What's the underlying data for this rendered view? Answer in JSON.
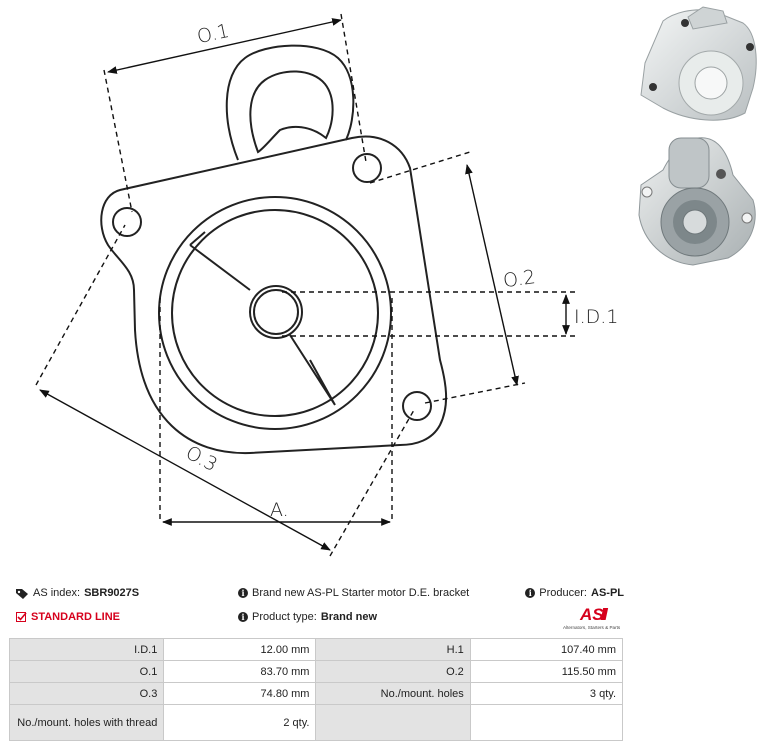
{
  "diagram": {
    "labels": {
      "o1": "O.1",
      "o2": "O.2",
      "o3": "O.3",
      "id1": "I.D.1",
      "a": "A."
    }
  },
  "photos": {
    "top": {
      "name": "bracket-photo-front"
    },
    "bottom": {
      "name": "bracket-photo-back"
    }
  },
  "info": {
    "as_index_label": "AS index:",
    "as_index_value": "SBR9027S",
    "description": "Brand new AS-PL Starter motor D.E. bracket",
    "producer_label": "Producer:",
    "producer_value": "AS-PL",
    "line": "STANDARD LINE",
    "product_type_label": "Product type:",
    "product_type_value": "Brand new",
    "logo_text": "AS",
    "logo_tagline": "Alternators, Starters & Parts",
    "colors": {
      "accent": "#d6001c",
      "header_bg": "#e3e3e3",
      "border": "#c9c9c9"
    }
  },
  "specs": {
    "rows": [
      {
        "l1": "I.D.1",
        "v1": "12.00 mm",
        "l2": "H.1",
        "v2": "107.40 mm"
      },
      {
        "l1": "O.1",
        "v1": "83.70 mm",
        "l2": "O.2",
        "v2": "115.50 mm"
      },
      {
        "l1": "O.3",
        "v1": "74.80 mm",
        "l2": "No./mount. holes",
        "v2": "3 qty."
      },
      {
        "l1": "No./mount. holes with thread",
        "v1": "2 qty.",
        "l2": "",
        "v2": ""
      }
    ]
  }
}
